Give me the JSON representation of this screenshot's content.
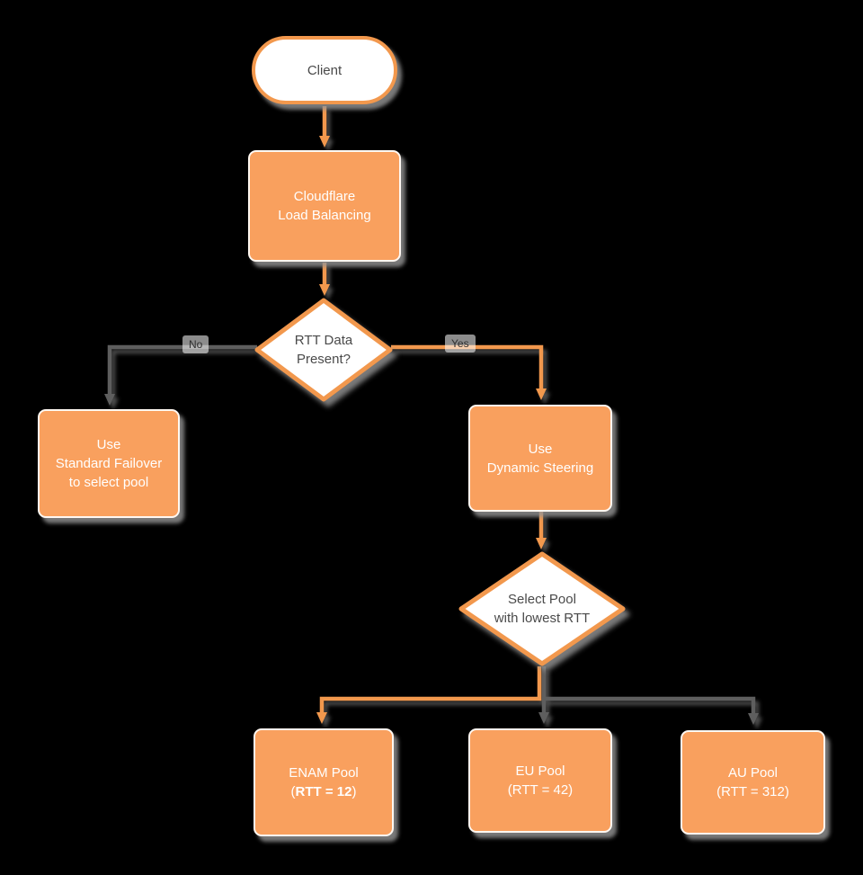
{
  "diagram": {
    "title": "Cloudflare Load Balancing RTT flowchart",
    "colors": {
      "background": "#000000",
      "node_fill_orange": "#F9A05E",
      "node_border_orange": "#F2984D",
      "connector_gray": "#5E5E5E",
      "text_on_orange": "#FFFFFF",
      "text_dark": "#4A4A4A",
      "shadow_gray": "#949494"
    },
    "nodes": {
      "client": {
        "label": "Client"
      },
      "cloudflare_lb": {
        "line1": "Cloudflare",
        "line2": "Load Balancing"
      },
      "rtt_decision": {
        "line1": "RTT Data",
        "line2": "Present?"
      },
      "standard_failover": {
        "line1": "Use",
        "line2": "Standard Failover",
        "line3": "to select pool"
      },
      "dynamic_steering": {
        "line1": "Use",
        "line2": "Dynamic Steering"
      },
      "select_pool": {
        "line1": "Select Pool",
        "line2": "with lowest RTT"
      },
      "enam_pool": {
        "line1": "ENAM Pool",
        "line2_open": "(",
        "line2_bold": "RTT = 12",
        "line2_close": ")"
      },
      "eu_pool": {
        "line1": "EU Pool",
        "line2": "(RTT = 42)"
      },
      "au_pool": {
        "line1": "AU Pool",
        "line2": "(RTT = 312)"
      }
    },
    "edge_labels": {
      "no": "No",
      "yes": "Yes"
    }
  }
}
